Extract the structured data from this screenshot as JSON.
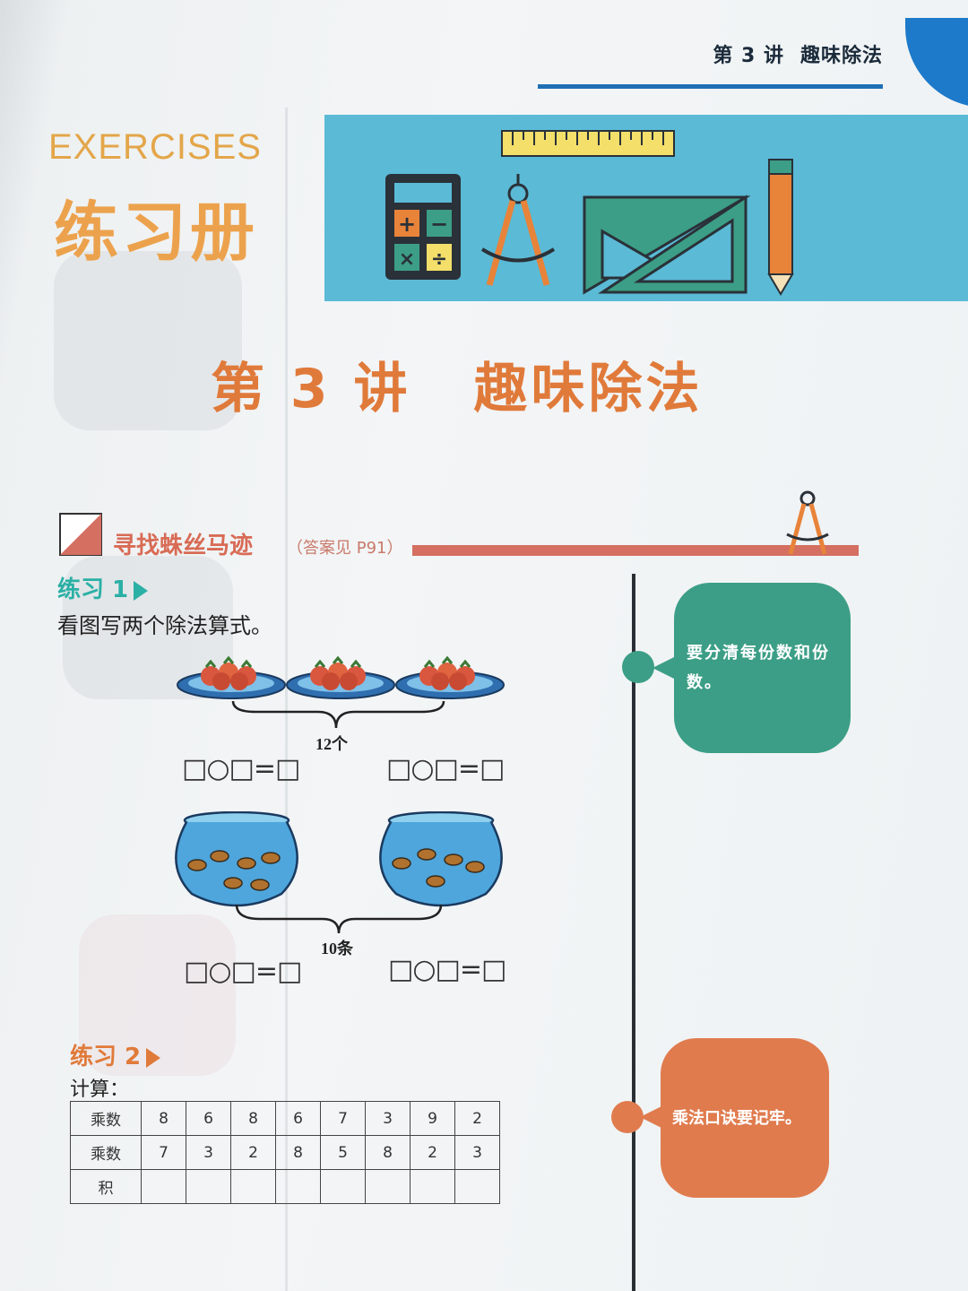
{
  "header": {
    "lecture": "第 3 讲",
    "topic": "趣味除法"
  },
  "banner": {
    "english": "EXERCISES",
    "chinese": "练习册"
  },
  "lecture_title": {
    "number": "第 3 讲",
    "name": "趣味除法"
  },
  "section": {
    "title": "寻找蛛丝马迹",
    "note": "（答案见 P91）"
  },
  "exercise1": {
    "label": "练习 1",
    "instruction": "看图写两个除法算式。",
    "groups": [
      {
        "caption": "12个",
        "formulas": [
          "□○□=□",
          "□○□=□"
        ]
      },
      {
        "caption": "10条",
        "formulas": [
          "□○□=□",
          "□○□=□"
        ]
      }
    ]
  },
  "exercise2": {
    "label": "练习 2",
    "instruction": "计算：",
    "table": {
      "rows": [
        {
          "head": "乘数",
          "cells": [
            "8",
            "6",
            "8",
            "6",
            "7",
            "3",
            "9",
            "2"
          ]
        },
        {
          "head": "乘数",
          "cells": [
            "7",
            "3",
            "2",
            "8",
            "5",
            "8",
            "2",
            "3"
          ]
        },
        {
          "head": "积",
          "cells": [
            "",
            "",
            "",
            "",
            "",
            "",
            "",
            ""
          ]
        }
      ]
    }
  },
  "tips": [
    {
      "text": "要分清每份数和份数。"
    },
    {
      "text": "乘法口诀要记牢。"
    }
  ],
  "colors": {
    "teal": "#2bb0a6",
    "orange": "#e07a3a",
    "banner": "#5bbad6",
    "header_rule": "#1f6fb5"
  },
  "icons": [
    "calculator-icon",
    "compass-icon",
    "set-square-icon",
    "ruler-icon",
    "pencil-icon"
  ]
}
